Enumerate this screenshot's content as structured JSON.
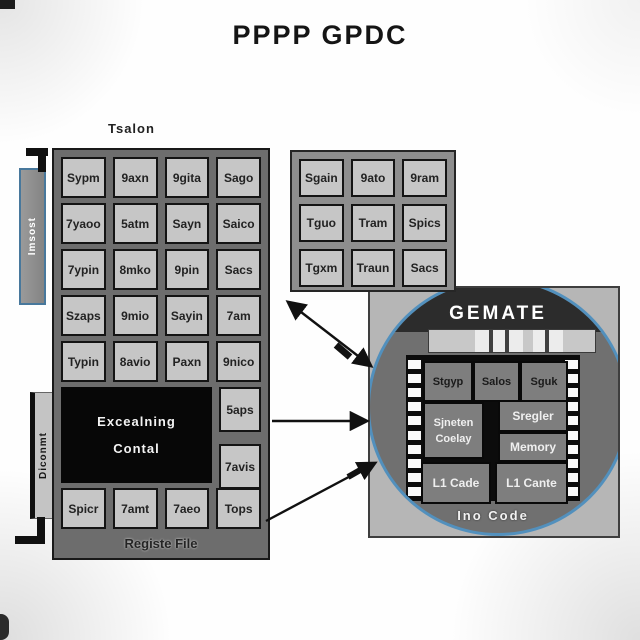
{
  "title": "PPPP GPDC",
  "left_block": {
    "top_label": "Tsalon",
    "bottom_label": "Registe File",
    "grid_rows": [
      [
        "Sypm",
        "9axn",
        "9gita",
        "Sago"
      ],
      [
        "7yaoo",
        "5atm",
        "Sayn",
        "Saico"
      ],
      [
        "7ypin",
        "8mko",
        "9pin",
        "Sacs"
      ],
      [
        "Szaps",
        "9mio",
        "Sayin",
        "7am"
      ],
      [
        "Typin",
        "8avio",
        "Paxn",
        "9nico"
      ]
    ],
    "control_box": {
      "line1": "Excealning",
      "line2": "Contal"
    },
    "side_cells": [
      "5aps",
      "7avis"
    ],
    "bottom_row": [
      "Spicr",
      "7amt",
      "7aeo",
      "Tops"
    ]
  },
  "io_bars": [
    {
      "label": "Imsost"
    },
    {
      "label": "Diconmt"
    }
  ],
  "right_grid": {
    "rows": [
      [
        "Sgain",
        "9ato",
        "9ram"
      ],
      [
        "Tguo",
        "Tram",
        "Spics"
      ],
      [
        "Tgxm",
        "Traun",
        "Sacs"
      ]
    ]
  },
  "detail": {
    "title": "GEMATE",
    "top_cells": [
      "Stgyp",
      "Salos",
      "Sguk"
    ],
    "ctrl_cell": {
      "line1": "Sjneten",
      "line2": "Coelay"
    },
    "right_cells": [
      "Sregler",
      "Memory"
    ],
    "cache_cells": [
      "L1 Cade",
      "L1 Cante"
    ],
    "bottom_label": "Ino Code"
  },
  "colors": {
    "accent_blue": "#5290bd",
    "frame_gray": "#6d6d6d",
    "cell_gray": "#c6c6c6",
    "chip_black": "#0c0c0c",
    "arrow_black": "#111111"
  }
}
